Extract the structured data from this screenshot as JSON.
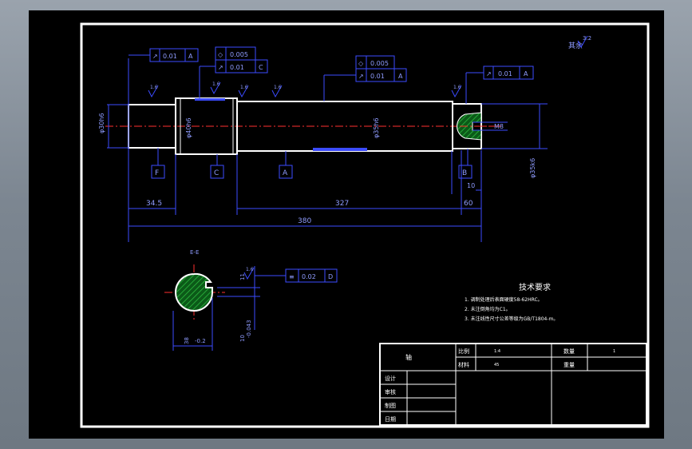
{
  "geometric_tolerances": {
    "left_runout": {
      "value": "0.01",
      "datum": "A"
    },
    "collar_cylindricity": {
      "value": "0.005"
    },
    "collar_runout": {
      "value": "0.01",
      "datum": "C"
    },
    "mid_cylindricity": {
      "value": "0.005"
    },
    "mid_runout": {
      "value": "0.01",
      "datum": "A"
    },
    "right_runout": {
      "value": "0.01",
      "datum": "A"
    },
    "section_symmetry": {
      "value": "0.02",
      "datum": "D"
    }
  },
  "datum_labels": [
    "F",
    "C",
    "A",
    "B"
  ],
  "roughness_labels": [
    "1.6",
    "1.6",
    "1.6",
    "1.6",
    "1.6",
    "1.6"
  ],
  "corner_roughness": {
    "prefix": "其余",
    "value": "3.2"
  },
  "dimensions": {
    "length_left": "34.5",
    "length_mid": "327",
    "length_right": "60",
    "length_total": "380",
    "thread": "M8",
    "key_width": "10",
    "section_label": "E-E",
    "section_depth": "11",
    "section_width": "38",
    "section_tol": "-0.2",
    "key_slot": "10",
    "key_slot_tol": "-0.043"
  },
  "tech_requirements": {
    "title": "技术要求",
    "items": [
      "1. 调制处理后表面硬度58-62HRC。",
      "2. 未注倒角均为C1。",
      "3. 未注线性尺寸公差等级为GB/T1804-m。"
    ]
  },
  "title_block": {
    "part_name": "轴",
    "label_scale": "比例",
    "scale_value": "1:4",
    "label_qty": "数量",
    "qty_value": "1",
    "label_material": "材料",
    "material_value": "45",
    "label_weight": "重量",
    "weight_value": "",
    "rows": [
      "设计",
      "审核",
      "制图",
      "日期"
    ]
  },
  "colors": {
    "background": "#000000",
    "geometry": "#ffffff",
    "annotation": "#3b4bff",
    "centerline": "#ff3030",
    "section_hatch": "#1f8f2a"
  }
}
